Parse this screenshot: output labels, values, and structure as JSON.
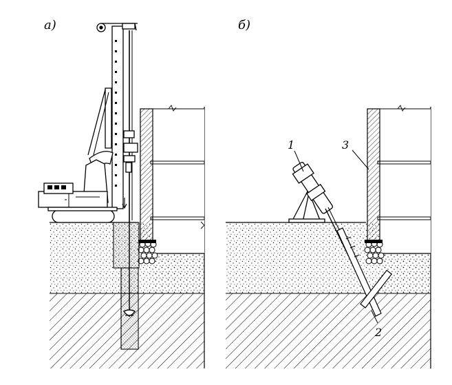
{
  "panels": {
    "a": {
      "label": "а)"
    },
    "b": {
      "label": "б)"
    }
  },
  "callouts": {
    "c1": "1",
    "c2": "2",
    "c3": "3"
  },
  "colors": {
    "ink": "#000000",
    "paper": "#ffffff"
  }
}
